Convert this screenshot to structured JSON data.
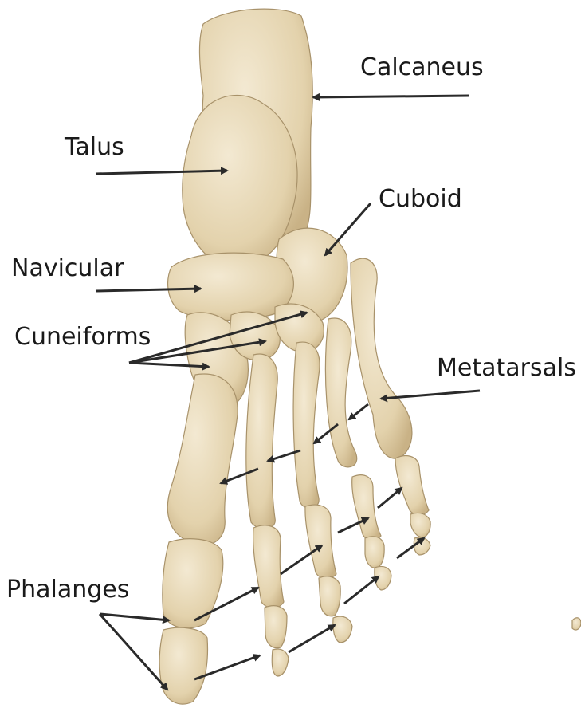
{
  "labels": {
    "calcaneus": "Calcaneus",
    "talus": "Talus",
    "cuboid": "Cuboid",
    "navicular": "Navicular",
    "cuneiforms": "Cuneiforms",
    "metatarsals": "Metatarsals",
    "phalanges": "Phalanges"
  },
  "colors": {
    "bone_fill": "#e8d9b8",
    "bone_shade": "#cdb88f",
    "bone_edge": "#a8926a",
    "arrow": "#2a2a2a",
    "text": "#1a1a1a"
  }
}
